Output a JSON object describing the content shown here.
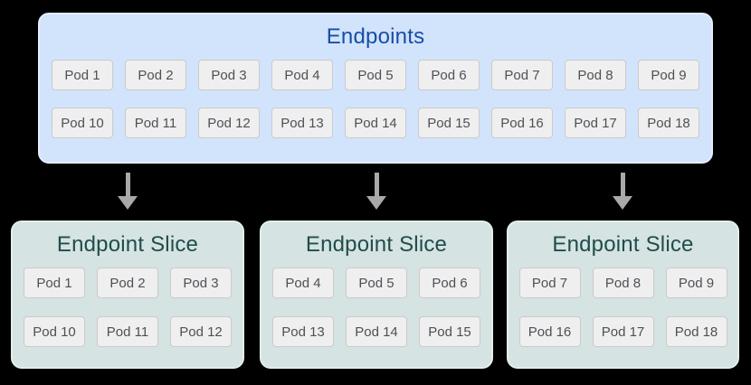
{
  "colors": {
    "page_background": "#000000",
    "endpoints_box_fill": "#d2e3fc",
    "endpoints_box_border": "#e3edfb",
    "endpoints_title_text": "#174ea6",
    "slice_box_fill": "#d5e3e2",
    "slice_box_border": "#e3eeec",
    "slice_title_text": "#204d4b",
    "pod_fill": "#efefef",
    "pod_border": "#cbcbcb",
    "pod_text": "#4d5156",
    "arrow": "#a9a9a9"
  },
  "endpoints": {
    "title": "Endpoints",
    "pods_row1": [
      "Pod 1",
      "Pod 2",
      "Pod 3",
      "Pod 4",
      "Pod 5",
      "Pod 6",
      "Pod 7",
      "Pod 8",
      "Pod 9"
    ],
    "pods_row2": [
      "Pod 10",
      "Pod 11",
      "Pod 12",
      "Pod 13",
      "Pod 14",
      "Pod 15",
      "Pod 16",
      "Pod 17",
      "Pod 18"
    ]
  },
  "slices": [
    {
      "title": "Endpoint Slice",
      "pods_row1": [
        "Pod 1",
        "Pod 2",
        "Pod 3"
      ],
      "pods_row2": [
        "Pod 10",
        "Pod 11",
        "Pod 12"
      ]
    },
    {
      "title": "Endpoint Slice",
      "pods_row1": [
        "Pod 4",
        "Pod 5",
        "Pod 6"
      ],
      "pods_row2": [
        "Pod 13",
        "Pod 14",
        "Pod 15"
      ]
    },
    {
      "title": "Endpoint Slice",
      "pods_row1": [
        "Pod 7",
        "Pod 8",
        "Pod 9"
      ],
      "pods_row2": [
        "Pod 16",
        "Pod 17",
        "Pod 18"
      ]
    }
  ]
}
